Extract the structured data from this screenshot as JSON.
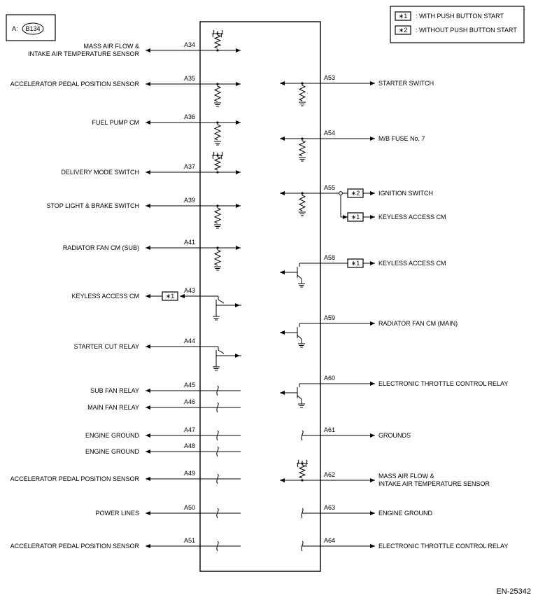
{
  "connector": {
    "prefix": "A:",
    "name": "B134"
  },
  "legend": [
    {
      "mark": "∗1",
      "text": ": WITH PUSH BUTTON START"
    },
    {
      "mark": "∗2",
      "text": ": WITHOUT PUSH BUTTON START"
    }
  ],
  "left_terminals": [
    {
      "pin": "A34",
      "lines": [
        "MASS AIR FLOW &",
        "INTAKE AIR TEMPERATURE SENSOR"
      ],
      "circuit": "pullup"
    },
    {
      "pin": "A35",
      "lines": [
        "ACCELERATOR PEDAL POSITION SENSOR"
      ],
      "circuit": "pulldown"
    },
    {
      "pin": "A36",
      "lines": [
        "FUEL PUMP CM"
      ],
      "circuit": "pulldown"
    },
    {
      "pin": "A37",
      "lines": [
        "DELIVERY MODE SWITCH"
      ],
      "circuit": "pullup"
    },
    {
      "pin": "A39",
      "lines": [
        "STOP LIGHT & BRAKE SWITCH"
      ],
      "circuit": "pulldown"
    },
    {
      "pin": "A41",
      "lines": [
        "RADIATOR FAN CM (SUB)"
      ],
      "circuit": "pulldown"
    },
    {
      "pin": "A43",
      "lines": [
        "KEYLESS ACCESS CM"
      ],
      "circuit": "transistor",
      "mark": "∗1"
    },
    {
      "pin": "A44",
      "lines": [
        "STARTER CUT RELAY"
      ],
      "circuit": "transistor"
    },
    {
      "pin": "A45",
      "lines": [
        "SUB FAN RELAY"
      ],
      "circuit": "break"
    },
    {
      "pin": "A46",
      "lines": [
        "MAIN FAN RELAY"
      ],
      "circuit": "break"
    },
    {
      "pin": "A47",
      "lines": [
        "ENGINE GROUND"
      ],
      "circuit": "break"
    },
    {
      "pin": "A48",
      "lines": [
        "ENGINE GROUND"
      ],
      "circuit": "break"
    },
    {
      "pin": "A49",
      "lines": [
        "ACCELERATOR PEDAL POSITION SENSOR"
      ],
      "circuit": "break"
    },
    {
      "pin": "A50",
      "lines": [
        "POWER LINES"
      ],
      "circuit": "break"
    },
    {
      "pin": "A51",
      "lines": [
        "ACCELERATOR PEDAL POSITION SENSOR"
      ],
      "circuit": "break"
    }
  ],
  "right_terminals": [
    {
      "pin": "A53",
      "lines": [
        "STARTER SWITCH"
      ],
      "circuit": "pulldown"
    },
    {
      "pin": "A54",
      "lines": [
        "M/B FUSE No. 7"
      ],
      "circuit": "pulldown"
    },
    {
      "pin": "A55",
      "lines": [
        "IGNITION SWITCH"
      ],
      "circuit": "pulldown",
      "mark": "∗2",
      "branch": {
        "lines": [
          "KEYLESS ACCESS CM"
        ],
        "mark": "∗1"
      }
    },
    {
      "pin": "A58",
      "lines": [
        "KEYLESS ACCESS CM"
      ],
      "circuit": "transistor",
      "mark": "∗1"
    },
    {
      "pin": "A59",
      "lines": [
        "RADIATOR FAN CM (MAIN)"
      ],
      "circuit": "transistor"
    },
    {
      "pin": "A60",
      "lines": [
        "ELECTRONIC THROTTLE CONTROL RELAY"
      ],
      "circuit": "transistor"
    },
    {
      "pin": "A61",
      "lines": [
        "GROUNDS"
      ],
      "circuit": "break"
    },
    {
      "pin": "A62",
      "lines": [
        "MASS AIR FLOW &",
        "INTAKE AIR TEMPERATURE SENSOR"
      ],
      "circuit": "pullup"
    },
    {
      "pin": "A63",
      "lines": [
        "ENGINE GROUND"
      ],
      "circuit": "break"
    },
    {
      "pin": "A64",
      "lines": [
        "ELECTRONIC THROTTLE CONTROL RELAY"
      ],
      "circuit": "break"
    }
  ],
  "footer_code": "EN-25342"
}
